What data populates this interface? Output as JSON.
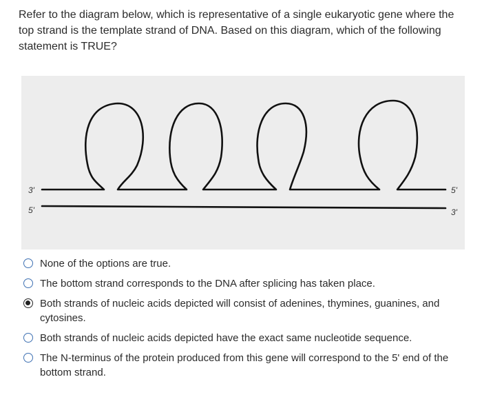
{
  "question": {
    "text": "Refer to the diagram below, which is representative of a single eukaryotic gene where the top strand is the template strand of DNA.  Based on this diagram, which of the following statement is TRUE?"
  },
  "diagram": {
    "top_left_label": "3'",
    "top_right_label": "5'",
    "bottom_left_label": "5'",
    "bottom_right_label": "3'",
    "loop_count": 4
  },
  "options": [
    {
      "label": "None of the options are true.",
      "selected": false
    },
    {
      "label": "The bottom strand corresponds to the DNA after splicing has taken place.",
      "selected": false
    },
    {
      "label": "Both strands of nucleic acids depicted will consist of adenines, thymines, guanines, and cytosines.",
      "selected": true
    },
    {
      "label": "Both strands of nucleic acids depicted have the exact same nucleotide sequence.",
      "selected": false
    },
    {
      "label": "The N-terminus of the protein produced from this gene will correspond to the 5' end of the bottom strand.",
      "selected": false
    }
  ]
}
